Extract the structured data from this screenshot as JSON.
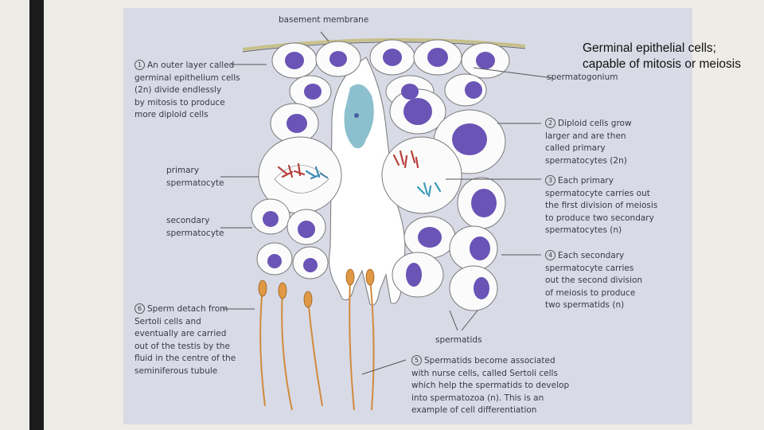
{
  "caption": {
    "line1": "Germinal epithelial cells;",
    "line2": "capable of mitosis or meiosis"
  },
  "labels": {
    "basement_membrane": "basement membrane",
    "spermatogonium": "spermatogonium",
    "primary_spermatocyte": "primary\nspermatocyte",
    "secondary_spermatocyte": "secondary\nspermatocyte",
    "spermatids": "spermatids"
  },
  "steps": [
    {
      "num": "1",
      "text": "An outer layer called\ngerminal epithelium cells\n(2n) divide endlessly\nby mitosis to produce\nmore diploid cells"
    },
    {
      "num": "2",
      "text": "Diploid cells grow\nlarger and are then\ncalled primary\nspermatocytes (2n)"
    },
    {
      "num": "3",
      "text": "Each primary\nspermatocyte carries out\nthe first division of meiosis\nto produce two secondary\nspermatocytes (n)"
    },
    {
      "num": "4",
      "text": "Each secondary\nspermatocyte carries\nout the second division\nof meiosis to produce\ntwo spermatids (n)"
    },
    {
      "num": "5",
      "text": "Spermatids become associated\nwith nurse cells, called Sertoli cells\nwhich help the spermatids to develop\ninto spermatozoa (n). This is an\nexample of cell differentiation"
    },
    {
      "num": "6",
      "text": "Sperm detach from\nSertoli cells and\neventually are carried\nout of the testis by the\nfluid in the centre of the\nseminiferous tubule"
    }
  ],
  "colors": {
    "background": "#d8dae6",
    "cell_fill": "#fbfbfb",
    "nucleus": "#6a54b5",
    "sertoli_nucleus": "#8cc0cf",
    "sperm": "#e09845"
  }
}
